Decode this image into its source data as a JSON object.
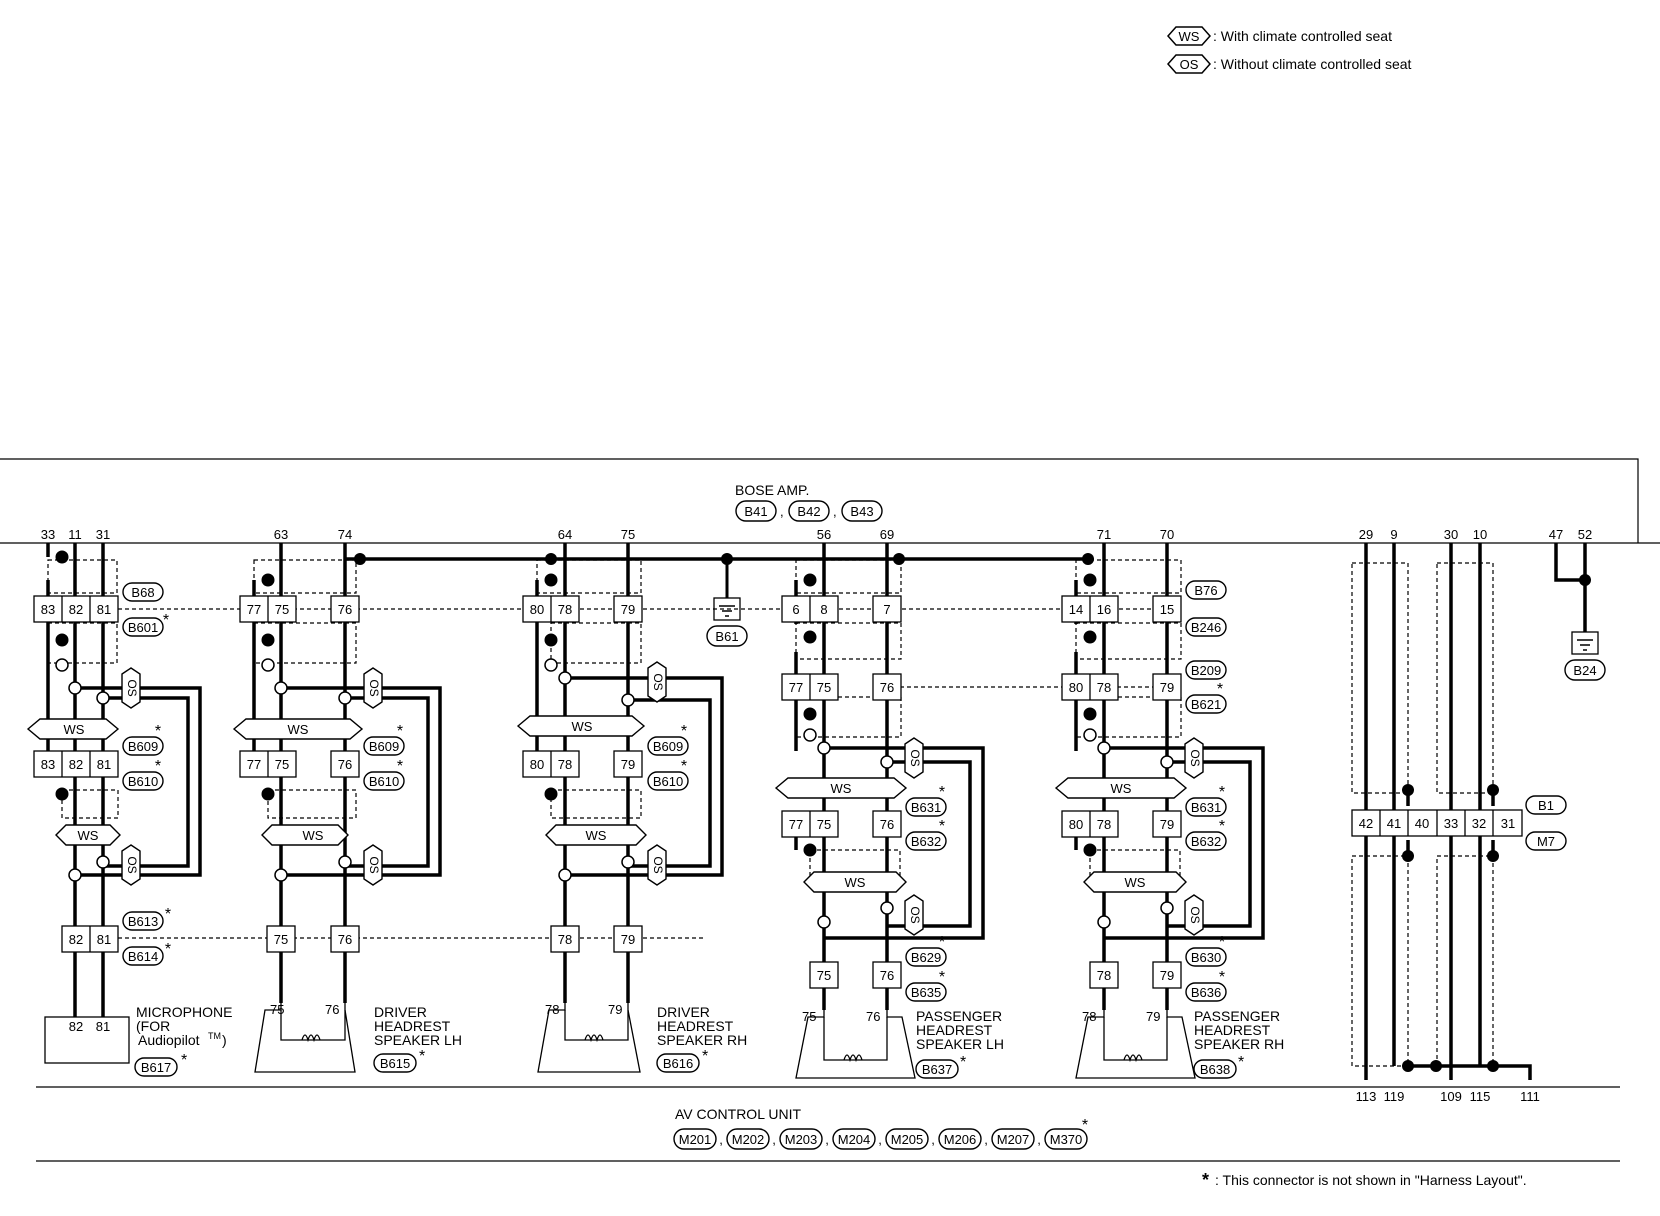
{
  "legend": {
    "ws_tag": "WS",
    "ws_text": ": With climate controlled seat",
    "os_tag": "OS",
    "os_text": ": Without climate controlled seat"
  },
  "bose": {
    "title": "BOSE AMP.",
    "connectors": [
      "B41",
      "B42",
      "B43"
    ],
    "pins": [
      "33",
      "11",
      "31",
      "63",
      "74",
      "64",
      "75",
      "56",
      "69",
      "71",
      "70",
      "29",
      "9",
      "30",
      "10",
      "47",
      "52"
    ]
  },
  "av": {
    "title": "AV CONTROL UNIT",
    "connectors": [
      "M201",
      "M202",
      "M203",
      "M204",
      "M205",
      "M206",
      "M207",
      "M370"
    ],
    "pins": [
      "113",
      "119",
      "109",
      "115",
      "111"
    ]
  },
  "footnote": ": This connector is not shown in \"Harness Layout\".",
  "grounds": [
    "B61",
    "B24"
  ],
  "mic": {
    "l1": "MICROPHONE",
    "l2": "(FOR",
    "l3": "Audiopilot",
    "tm": "TM",
    "l3b": ")",
    "conn": "B617",
    "pins": [
      "82",
      "81"
    ]
  },
  "driver_lh": {
    "l1": "DRIVER",
    "l2": "HEADREST",
    "l3": "SPEAKER LH",
    "conn": "B615",
    "pins": [
      "75",
      "76"
    ]
  },
  "driver_rh": {
    "l1": "DRIVER",
    "l2": "HEADREST",
    "l3": "SPEAKER RH",
    "conn": "B616",
    "pins": [
      "78",
      "79"
    ]
  },
  "pass_lh": {
    "l1": "PASSENGER",
    "l2": "HEADREST",
    "l3": "SPEAKER LH",
    "conn": "B637",
    "pins": [
      "75",
      "76"
    ]
  },
  "pass_rh": {
    "l1": "PASSENGER",
    "l2": "HEADREST",
    "l3": "SPEAKER RH",
    "conn": "B638",
    "pins": [
      "78",
      "79"
    ]
  },
  "conn_labels": {
    "b68": "B68",
    "b601": "B601",
    "b609": "B609",
    "b610": "B610",
    "b613": "B613",
    "b614": "B614",
    "b76": "B76",
    "b246": "B246",
    "b209": "B209",
    "b621": "B621",
    "b631": "B631",
    "b632": "B632",
    "b629": "B629",
    "b635": "B635",
    "b630": "B630",
    "b636": "B636",
    "b1": "B1",
    "m7": "M7"
  },
  "junction_pins": {
    "b601_group": [
      "83",
      "82",
      "81",
      "77",
      "75",
      "76",
      "80",
      "78",
      "79"
    ],
    "b68_group": [
      "6",
      "8",
      "7",
      "14",
      "16",
      "15"
    ],
    "b209_group": [
      "77",
      "75",
      "76",
      "80",
      "78",
      "79"
    ],
    "b1_group": [
      "42",
      "41",
      "40",
      "33",
      "32",
      "31"
    ]
  }
}
